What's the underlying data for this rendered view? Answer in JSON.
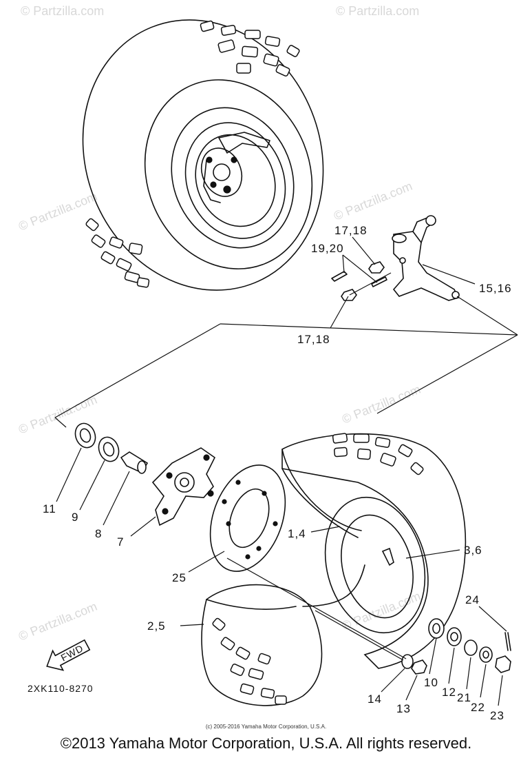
{
  "watermark_text": "© Partzilla.com",
  "diagram_code": "2XK110-8270",
  "fwd_badge": "FWD",
  "small_copyright": "(c) 2005-2016 Yamaha Motor Corporation, U.S.A.",
  "footer_copyright": "©2013 Yamaha Motor Corporation, U.S.A. All rights reserved.",
  "part_labels": {
    "l_1718_top": "17,18",
    "l_1920": "19,20",
    "l_1516": "15,16",
    "l_1718_bottom": "17,18",
    "l_11": "11",
    "l_9": "9",
    "l_8": "8",
    "l_7": "7",
    "l_14": "1,4",
    "l_36": "3,6",
    "l_25": "25",
    "l_25b": "2,5",
    "l_24": "24",
    "l_10": "10",
    "l_12": "12",
    "l_21": "21",
    "l_22": "22",
    "l_23": "23",
    "l_14b": "14",
    "l_13": "13"
  }
}
